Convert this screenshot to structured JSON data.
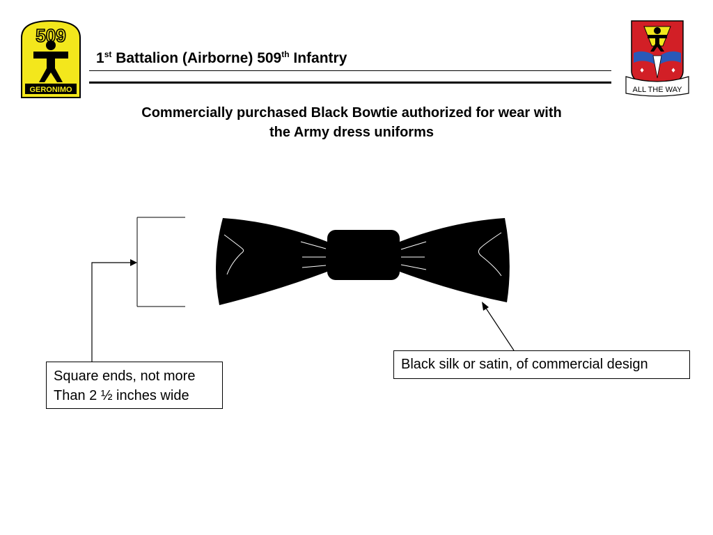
{
  "header": {
    "title_parts": {
      "num1": "1",
      "sup1": "st",
      "mid": " Battalion (Airborne) 509",
      "sup2": "th",
      "end": " Infantry"
    },
    "left_logo": {
      "icon": "geronimo-509-patch",
      "number": "509",
      "banner_text": "GERONIMO",
      "colors": {
        "bg": "#f3e71c",
        "figure": "#000000"
      }
    },
    "right_logo": {
      "icon": "509th-unit-crest",
      "motto": "ALL THE WAY",
      "colors": {
        "red": "#d21f26",
        "yellow": "#f3e71c",
        "blue": "#2a59b8"
      }
    }
  },
  "subtitle": {
    "line1": "Commercially purchased Black Bowtie authorized for wear with",
    "line2": "the Army dress uniforms"
  },
  "diagram": {
    "item_icon": "black-bowtie",
    "callouts": {
      "ends": {
        "line1": "Square ends, not more",
        "line2": "Than 2 ½ inches wide"
      },
      "fabric": {
        "text": "Black silk or satin, of commercial design"
      }
    }
  }
}
